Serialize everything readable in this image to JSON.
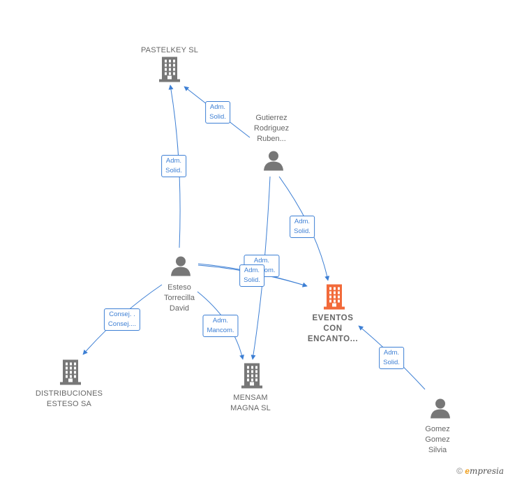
{
  "colors": {
    "edge": "#3d7fd4",
    "node": "#777777",
    "focus": "#f26a3a"
  },
  "nodes": [
    {
      "id": "pastelkey",
      "label": "PASTELKEY SL",
      "type": "company"
    },
    {
      "id": "gutierrez",
      "label": "Gutierrez\nRodriguez\nRuben...",
      "type": "person"
    },
    {
      "id": "esteso",
      "label": "Esteso\nTorrecilla\nDavid",
      "type": "person"
    },
    {
      "id": "eventos",
      "label": "EVENTOS\nCON\nENCANTO...",
      "type": "company",
      "focus": true
    },
    {
      "id": "distribuciones",
      "label": "DISTRIBUCIONES\nESTESO SA",
      "type": "company"
    },
    {
      "id": "mensam",
      "label": "MENSAM\nMAGNA SL",
      "type": "company"
    },
    {
      "id": "gomez",
      "label": "Gomez\nGomez\nSilvia",
      "type": "person"
    }
  ],
  "edges": [
    {
      "from": "gutierrez",
      "to": "pastelkey",
      "label": "Adm.\nSolid."
    },
    {
      "from": "esteso",
      "to": "pastelkey",
      "label": "Adm.\nSolid."
    },
    {
      "from": "gutierrez",
      "to": "eventos",
      "label": "Adm.\nSolid."
    },
    {
      "from": "esteso",
      "to": "eventos",
      "label": "Adm.\nMancom."
    },
    {
      "from": "esteso",
      "to": "eventos",
      "label": "Adm.\nSolid."
    },
    {
      "from": "gutierrez",
      "to": "mensam",
      "label": ""
    },
    {
      "from": "esteso",
      "to": "distribuciones",
      "label": "Consej. .\nConsej...."
    },
    {
      "from": "esteso",
      "to": "mensam",
      "label": "Adm.\nMancom."
    },
    {
      "from": "gomez",
      "to": "eventos",
      "label": "Adm.\nSolid."
    }
  ],
  "footer": {
    "copyright": "©",
    "brand_first": "e",
    "brand_rest": "mpresia"
  }
}
